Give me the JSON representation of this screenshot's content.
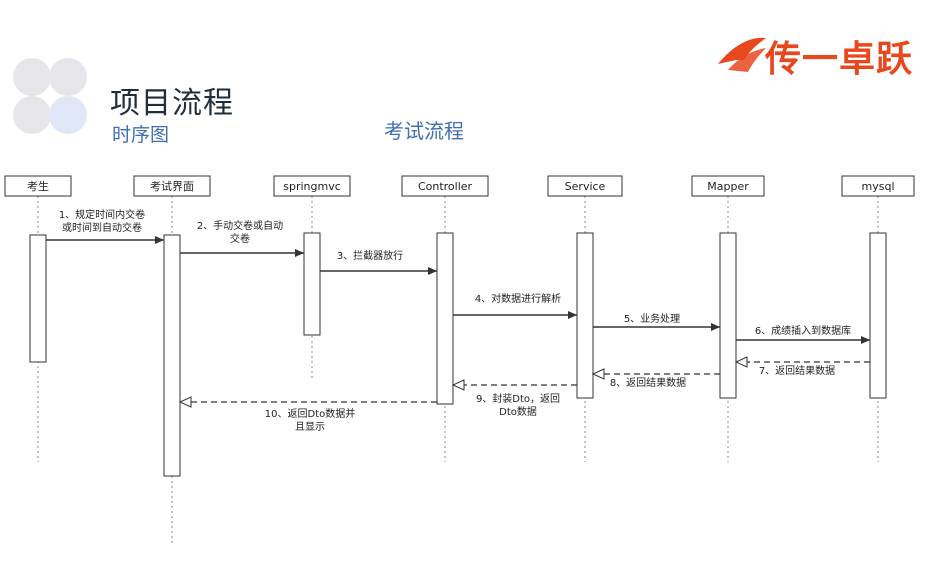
{
  "header": {
    "title": "项目流程",
    "subtitle": "时序图",
    "diagram_title": "考试流程",
    "brand_name": "传一卓跃"
  },
  "colors": {
    "brand": "#e8481e",
    "title": "#1f2d3d",
    "accent": "#3f6fb0",
    "line": "#333333"
  },
  "participants": [
    {
      "id": "p0",
      "label": "考生"
    },
    {
      "id": "p1",
      "label": "考试界面"
    },
    {
      "id": "p2",
      "label": "springmvc"
    },
    {
      "id": "p3",
      "label": "Controller"
    },
    {
      "id": "p4",
      "label": "Service"
    },
    {
      "id": "p5",
      "label": "Mapper"
    },
    {
      "id": "p6",
      "label": "mysql"
    }
  ],
  "messages": [
    {
      "from": "p0",
      "to": "p1",
      "type": "sync",
      "lines": [
        "1、规定时间内交卷",
        "或时间到自动交卷"
      ]
    },
    {
      "from": "p1",
      "to": "p2",
      "type": "sync",
      "lines": [
        "2、手动交卷或自动",
        "交卷"
      ]
    },
    {
      "from": "p2",
      "to": "p3",
      "type": "sync",
      "lines": [
        "3、拦截器放行"
      ]
    },
    {
      "from": "p3",
      "to": "p4",
      "type": "sync",
      "lines": [
        "4、对数据进行解析"
      ]
    },
    {
      "from": "p4",
      "to": "p5",
      "type": "sync",
      "lines": [
        "5、业务处理"
      ]
    },
    {
      "from": "p5",
      "to": "p6",
      "type": "sync",
      "lines": [
        "6、成绩插入到数据库"
      ]
    },
    {
      "from": "p6",
      "to": "p5",
      "type": "return",
      "lines": [
        "7、返回结果数据"
      ]
    },
    {
      "from": "p5",
      "to": "p4",
      "type": "return",
      "lines": [
        "8、返回结果数据"
      ]
    },
    {
      "from": "p4",
      "to": "p3",
      "type": "return",
      "lines": [
        "9、封装Dto，返回",
        "Dto数据"
      ]
    },
    {
      "from": "p3",
      "to": "p1",
      "type": "return",
      "lines": [
        "10、返回Dto数据并",
        "且显示"
      ]
    }
  ]
}
